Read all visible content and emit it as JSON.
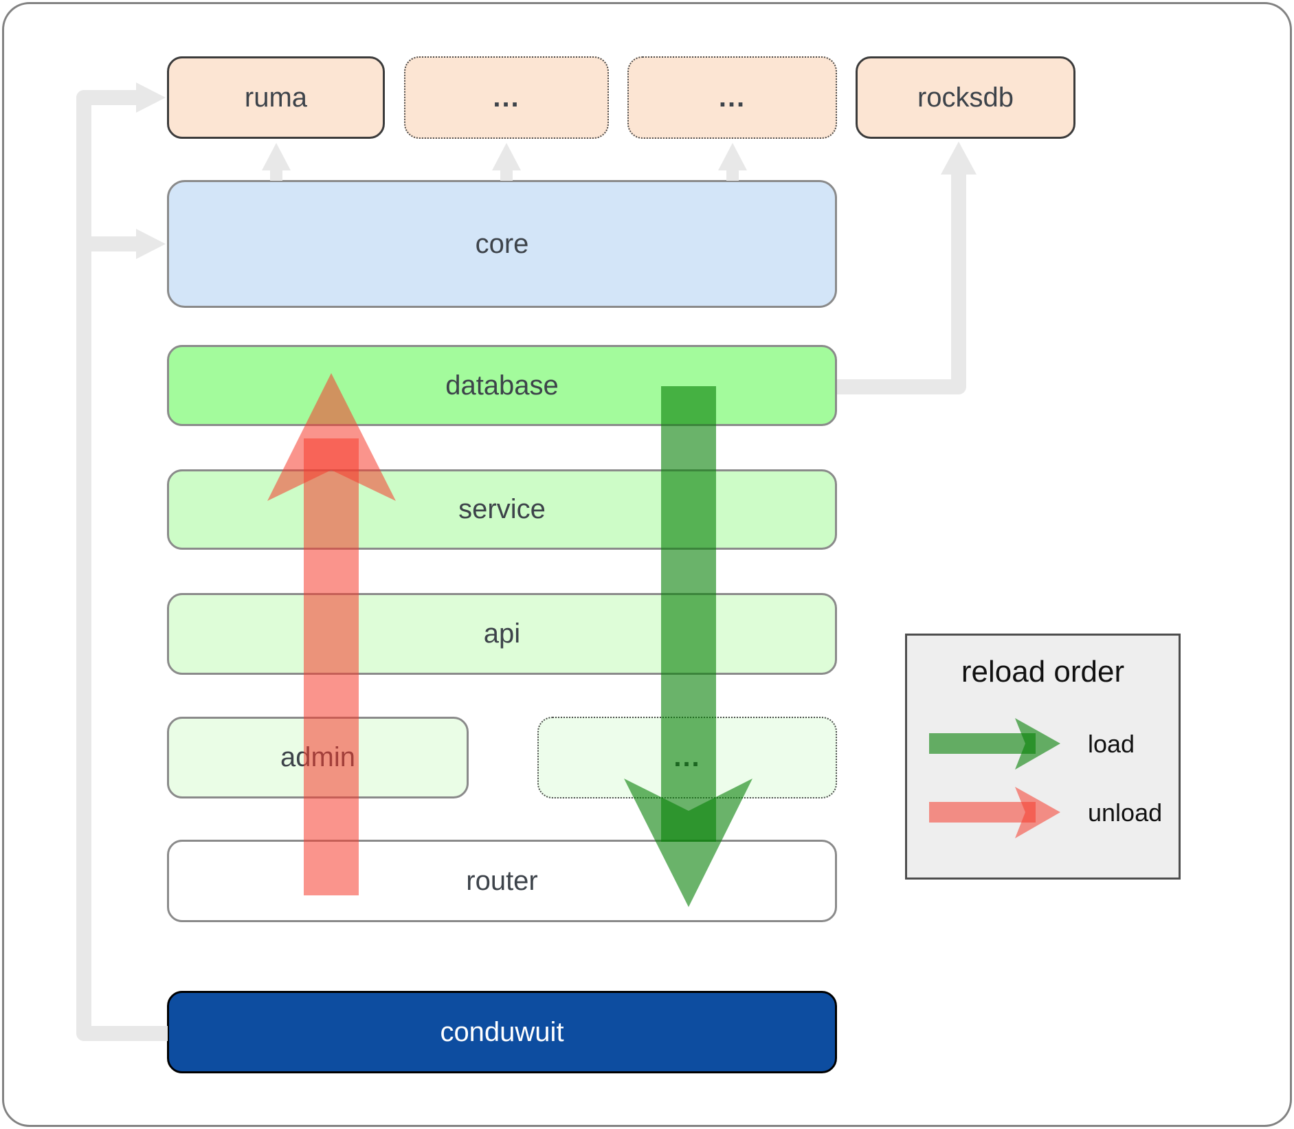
{
  "boxes": {
    "ruma": "ruma",
    "dots_top_left": "...",
    "dots_top_right": "...",
    "rocksdb": "rocksdb",
    "core": "core",
    "database": "database",
    "service": "service",
    "api": "api",
    "admin": "admin",
    "dots_bottom": "...",
    "router": "router",
    "conduwuit": "conduwuit"
  },
  "legend": {
    "title": "reload order",
    "items": [
      {
        "label": "load",
        "color": "#078007"
      },
      {
        "label": "unload",
        "color": "#f63c2d"
      }
    ]
  },
  "colors": {
    "load_arrow": "#078007",
    "unload_arrow": "#f63c2d",
    "connector": "#e8e8e8",
    "peach_fill": "#fce5d3",
    "core_fill": "#d3e5f8",
    "database_fill": "#a3fb9c",
    "service_fill": "#cdfcc7",
    "api_fill": "#defdd8",
    "admin_fill": "#eafde6",
    "dots_bottom_fill": "#edfdeb",
    "router_fill": "#ffffff",
    "conduwuit_fill": "#0d4da0",
    "legend_bg": "#eeeeee"
  }
}
